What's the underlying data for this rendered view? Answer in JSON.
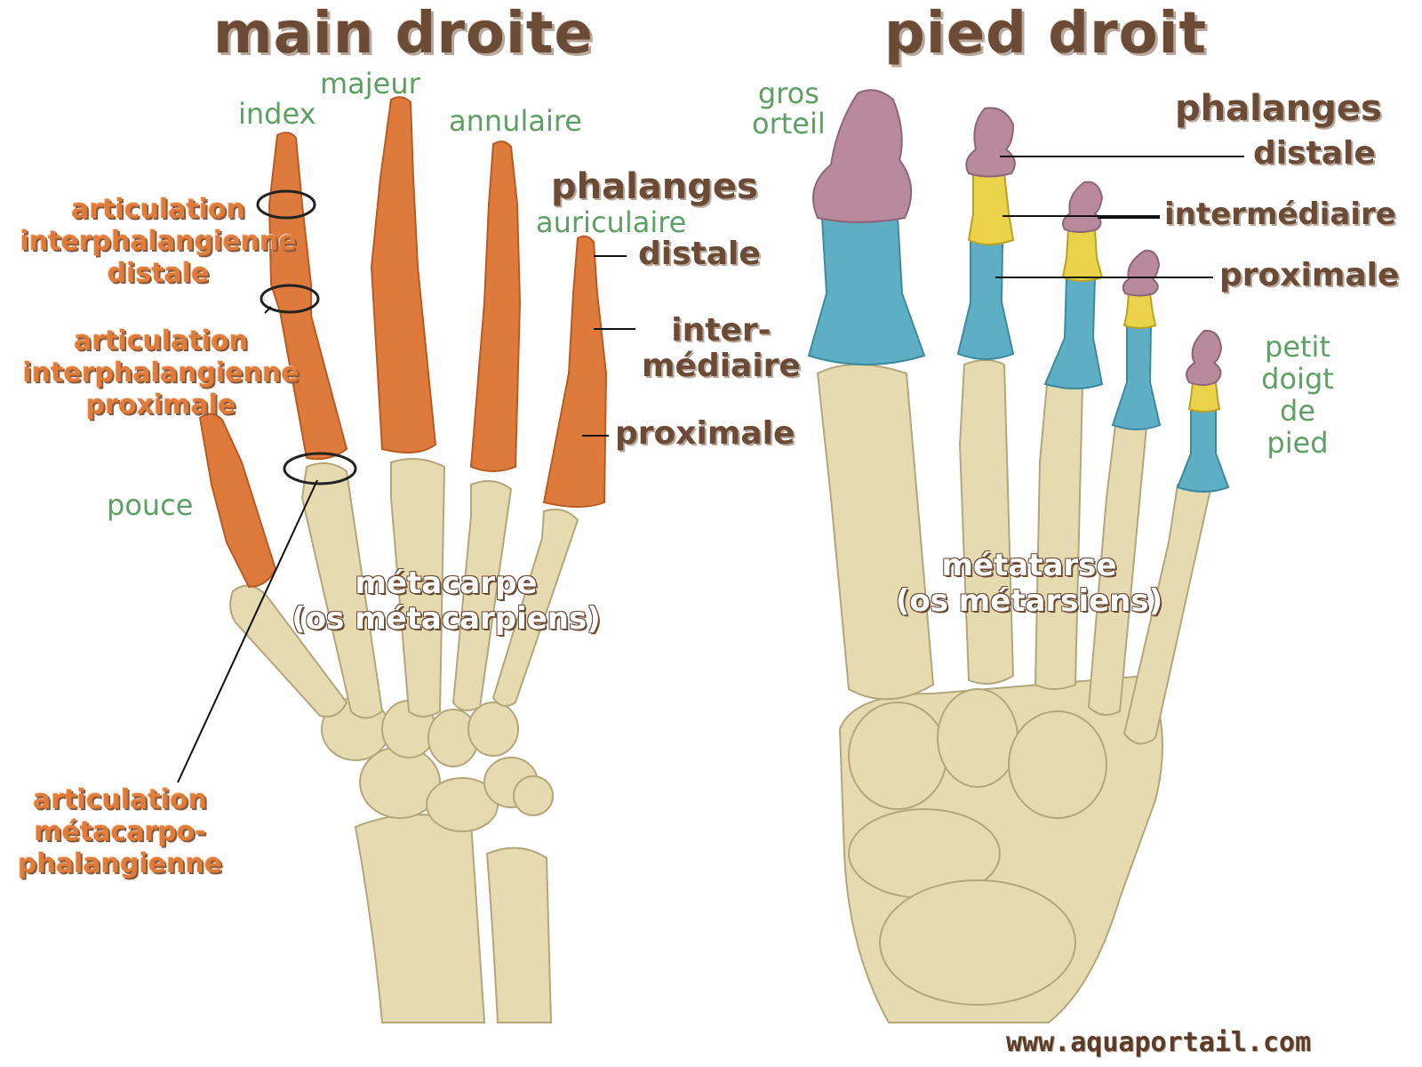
{
  "titles": {
    "hand": "main droite",
    "foot": "pied droit"
  },
  "hand": {
    "fingers": {
      "index": "index",
      "majeur": "majeur",
      "annulaire": "annulaire",
      "auriculaire": "auriculaire",
      "pouce": "pouce"
    },
    "phalanges_heading": "phalanges",
    "phalanges": {
      "distal": "distale",
      "intermediate_1": "inter-",
      "intermediate_2": "médiaire",
      "proximal": "proximale"
    },
    "joints": {
      "dip": [
        "articulation",
        "interphalangienne",
        "distale"
      ],
      "pip": [
        "articulation",
        "interphalangienne",
        "proximale"
      ],
      "mcp": [
        "articulation",
        "métacarpo-",
        "phalangienne"
      ]
    },
    "metacarpal": [
      "métacarpe",
      "(os métacarpiens)"
    ]
  },
  "foot": {
    "toes": {
      "big_toe": [
        "gros",
        "orteil"
      ],
      "little_toe": [
        "petit",
        "doigt",
        "de",
        "pied"
      ]
    },
    "phalanges_heading": "phalanges",
    "phalanges": {
      "distal": "distale",
      "intermediate": "intermédiaire",
      "proximal": "proximale"
    },
    "metatarsal": [
      "métatarse",
      "(os métarsiens)"
    ]
  },
  "watermark": "www.aquaportail.com",
  "colors": {
    "bone": "#e6dbb0",
    "bone_stroke": "#b3a67a",
    "hand_phalanx": "#de7a3c",
    "foot_distal": "#b98a9c",
    "foot_intermediate": "#ead24a",
    "foot_proximal": "#5fafc4",
    "title": "#6b4a36",
    "green_label": "#5e9f64",
    "orange_label": "#e07b3a"
  }
}
